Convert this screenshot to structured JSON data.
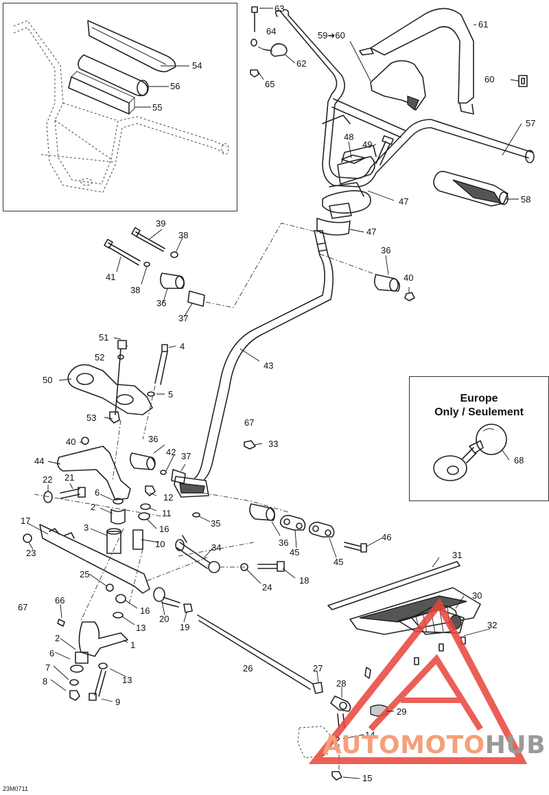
{
  "inset": {
    "callouts": [
      "54",
      "56",
      "55"
    ]
  },
  "europe_box": {
    "title_line1": "Europe",
    "title_line2": "Only / Seulement",
    "callout": "68"
  },
  "callouts": [
    "63",
    "64",
    "62",
    "65",
    "59➔60",
    "61",
    "60",
    "57",
    "58",
    "48",
    "49",
    "47",
    "47",
    "36",
    "40",
    "39",
    "38",
    "41",
    "38",
    "36",
    "37",
    "43",
    "51",
    "4",
    "52",
    "50",
    "5",
    "53",
    "67",
    "33",
    "40",
    "36",
    "42",
    "37",
    "44",
    "22",
    "21",
    "6",
    "12",
    "2",
    "11",
    "17",
    "3",
    "16",
    "10",
    "35",
    "23",
    "34",
    "36",
    "45",
    "45",
    "46",
    "31",
    "25",
    "24",
    "18",
    "30",
    "67",
    "66",
    "16",
    "20",
    "19",
    "13",
    "32",
    "2",
    "1",
    "26",
    "27",
    "6",
    "13",
    "28",
    "7",
    "29",
    "8",
    "9",
    "14",
    "15"
  ],
  "doc_code": "23M0711",
  "watermark": {
    "part_a": "AUTOMOTO",
    "part_b": "HUB",
    "logo": "triangle-a-logo"
  },
  "colors": {
    "ink": "#222222",
    "watermark_red": "#e8443a",
    "watermark_orange": "#f4a07a",
    "watermark_gray": "#9a9a9a"
  }
}
